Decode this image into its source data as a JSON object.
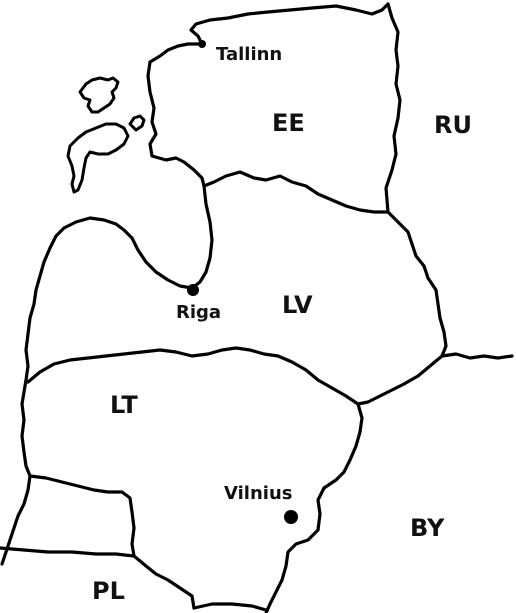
{
  "map": {
    "countries": [
      {
        "code": "EE"
      },
      {
        "code": "RU"
      },
      {
        "code": "LV"
      },
      {
        "code": "LT"
      },
      {
        "code": "BY"
      },
      {
        "code": "PL"
      }
    ],
    "cities": [
      {
        "name": "Tallinn"
      },
      {
        "name": "Riga"
      },
      {
        "name": "Vilnius"
      }
    ]
  }
}
